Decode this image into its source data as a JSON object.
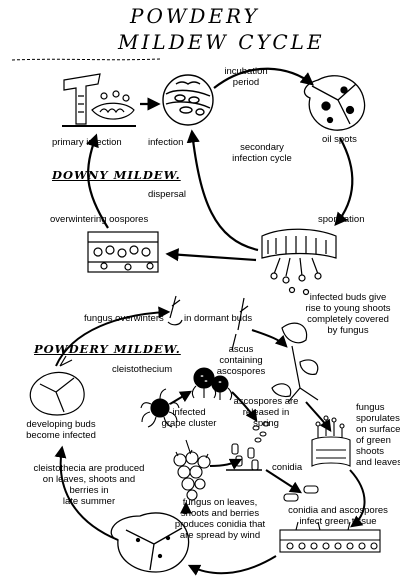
{
  "title": {
    "line1": "POWDERY",
    "line2": "MILDEW CYCLE"
  },
  "downy": {
    "heading": "DOWNY MILDEW.",
    "labels": {
      "incubation": [
        "incubation",
        "period"
      ],
      "oil_spots": "oil spots",
      "primary_infection": "primary infection",
      "infection": "infection",
      "secondary": [
        "secondary",
        "infection cycle"
      ],
      "dispersal": "dispersal",
      "sporulation": "sporulation",
      "oospores": "overwintering oospores"
    }
  },
  "powdery": {
    "heading": "POWDERY MILDEW.",
    "labels": {
      "overwinters": "fungus overwinters",
      "dormant_buds": "in dormant buds",
      "infected_buds": [
        "infected buds give",
        "rise to young shoots",
        "completely covered",
        "by fungus"
      ],
      "ascus": [
        "ascus",
        "containing",
        "ascospores"
      ],
      "cleistothecium": "cleistothecium",
      "developing_buds": [
        "developing buds",
        "become infected"
      ],
      "infected_cluster": [
        "infected",
        "grape cluster"
      ],
      "ascospores_released": [
        "ascospores are",
        "released in",
        "spring"
      ],
      "sporulates": [
        "fungus",
        "sporulates",
        "on surface",
        "of green",
        "shoots",
        "and leaves"
      ],
      "cleistothecia_produced": [
        "cleistothecia are produced",
        "on leaves, shoots and",
        "berries in",
        "late summer"
      ],
      "conidia": "conidia",
      "conidia_produced": [
        "fungus on leaves,",
        "shoots and berries",
        "produces conidia that",
        "are spread by wind"
      ],
      "conidia_infect": [
        "conidia and ascospores",
        "infect green tissue"
      ]
    }
  }
}
